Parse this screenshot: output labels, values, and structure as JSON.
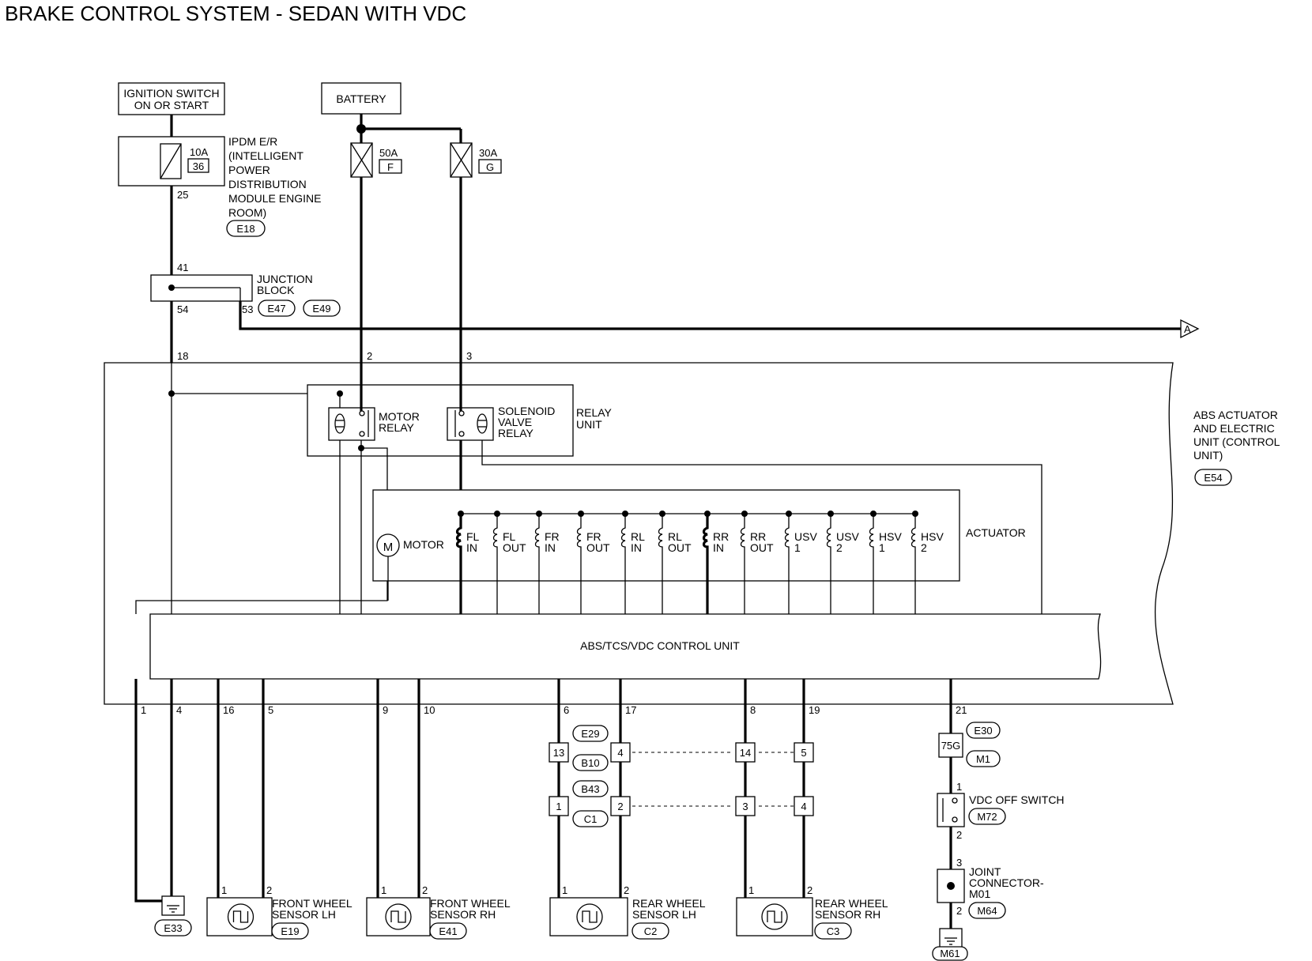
{
  "title": "BRAKE CONTROL SYSTEM - SEDAN WITH VDC",
  "ignition_switch": [
    "IGNITION SWITCH",
    "ON OR START"
  ],
  "battery": "BATTERY",
  "ipdm": {
    "lines": [
      "IPDM E/R",
      "(INTELLIGENT",
      "POWER",
      "DISTRIBUTION",
      "MODULE ENGINE",
      "ROOM)"
    ],
    "connector": "E18",
    "fuse_rating": "10A",
    "fuse_no": "36",
    "pin_out": "25"
  },
  "fuses": [
    {
      "rating": "50A",
      "id": "F"
    },
    {
      "rating": "30A",
      "id": "G"
    }
  ],
  "junction_block": {
    "lines": [
      "JUNCTION",
      "BLOCK"
    ],
    "connectors": [
      "E47",
      "E49"
    ],
    "pins": {
      "in": "41",
      "out1": "54",
      "out2": "53"
    }
  },
  "arrow_label": "A",
  "abs_unit": {
    "lines": [
      "ABS ACTUATOR",
      "AND ELECTRIC",
      "UNIT (CONTROL",
      "UNIT)"
    ],
    "connector": "E54",
    "top_pins": [
      "18",
      "2",
      "3"
    ]
  },
  "relay_unit": {
    "lines": [
      "RELAY",
      "UNIT"
    ],
    "motor_relay": [
      "MOTOR",
      "RELAY"
    ],
    "solenoid_relay": [
      "SOLENOID",
      "VALVE",
      "RELAY"
    ]
  },
  "actuator": {
    "label": "ACTUATOR",
    "motor": "MOTOR",
    "motor_symbol": "M",
    "valves": [
      {
        "l1": "FL",
        "l2": "IN"
      },
      {
        "l1": "FL",
        "l2": "OUT"
      },
      {
        "l1": "FR",
        "l2": "IN"
      },
      {
        "l1": "FR",
        "l2": "OUT"
      },
      {
        "l1": "RL",
        "l2": "IN"
      },
      {
        "l1": "RL",
        "l2": "OUT"
      },
      {
        "l1": "RR",
        "l2": "IN"
      },
      {
        "l1": "RR",
        "l2": "OUT"
      },
      {
        "l1": "USV",
        "l2": "1"
      },
      {
        "l1": "USV",
        "l2": "2"
      },
      {
        "l1": "HSV",
        "l2": "1"
      },
      {
        "l1": "HSV",
        "l2": "2"
      }
    ]
  },
  "control_unit": "ABS/TCS/VDC CONTROL UNIT",
  "bottom_pins": [
    "1",
    "4",
    "16",
    "5",
    "9",
    "10",
    "6",
    "17",
    "8",
    "19",
    "21"
  ],
  "ground_left": "E33",
  "connectors_mid": {
    "upper": [
      "E29",
      "B10"
    ],
    "lower": [
      "B43",
      "C1"
    ],
    "upper_pins": [
      "13",
      "4",
      "14",
      "5"
    ],
    "lower_pins": [
      "1",
      "2",
      "3",
      "4"
    ]
  },
  "sensors": [
    {
      "lines": [
        "FRONT WHEEL",
        "SENSOR LH"
      ],
      "connector": "E19",
      "pins": [
        "1",
        "2"
      ]
    },
    {
      "lines": [
        "FRONT WHEEL",
        "SENSOR RH"
      ],
      "connector": "E41",
      "pins": [
        "1",
        "2"
      ]
    },
    {
      "lines": [
        "REAR WHEEL",
        "SENSOR LH"
      ],
      "connector": "C2",
      "pins": [
        "1",
        "2"
      ]
    },
    {
      "lines": [
        "REAR WHEEL",
        "SENSOR RH"
      ],
      "connector": "C3",
      "pins": [
        "1",
        "2"
      ]
    }
  ],
  "right_branch": {
    "connectors": [
      "E30",
      "M1"
    ],
    "splice": "75G",
    "vdc_switch": "VDC OFF SWITCH",
    "vdc_connector": "M72",
    "vdc_pins": [
      "1",
      "2"
    ],
    "joint": [
      "JOINT",
      "CONNECTOR-",
      "M01"
    ],
    "joint_connector": "M64",
    "joint_pins": [
      "3",
      "2"
    ],
    "ground": "M61"
  }
}
